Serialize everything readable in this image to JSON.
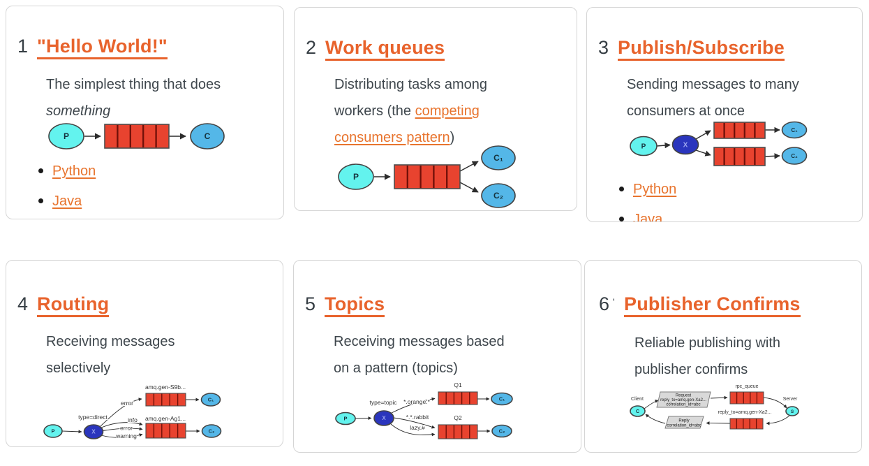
{
  "colors": {
    "accent": "#e8632c",
    "text": "#3e464c",
    "card_border": "#d5d5d5",
    "queue_red": "#e8432f",
    "producer_cyan": "#63f3ee",
    "consumer_blue": "#54b7e8",
    "exchange_blue": "#2a35bd"
  },
  "cards": [
    {
      "number": "1",
      "title": "\"Hello World!\"",
      "desc_line1": "The simplest thing that does",
      "desc_line2": "something",
      "links": [
        "Python",
        "Java"
      ],
      "diagram": {
        "producer": "P",
        "consumer": "C"
      }
    },
    {
      "number": "2",
      "title": "Work queues",
      "desc_line1": "Distributing tasks among",
      "desc_line2_pre": "workers (the ",
      "desc_line2_link": "competing",
      "desc_line3_link": "consumers pattern",
      "desc_line3_post": ")",
      "diagram": {
        "producer": "P",
        "consumer1": "C₁",
        "consumer2": "C₂"
      }
    },
    {
      "number": "3",
      "title": "Publish/Subscribe",
      "desc_line1": "Sending messages to many",
      "desc_line2": "consumers at once",
      "links": [
        "Python",
        "Java"
      ],
      "diagram": {
        "producer": "P",
        "exchange": "X",
        "consumer1": "C₁",
        "consumer2": "C₂"
      }
    },
    {
      "number": "4",
      "title": "Routing",
      "desc_line1": "Receiving messages",
      "desc_line2": "selectively",
      "diagram": {
        "producer": "P",
        "exchange": "X",
        "exchange_type": "type=direct",
        "queue1_label": "amq.gen-S9b...",
        "queue2_label": "amq.gen-Ag1...",
        "edge1": "error",
        "edge2": "info",
        "edge3": "error",
        "edge4": "warning",
        "consumer1": "C₁",
        "consumer2": "C₂"
      }
    },
    {
      "number": "5",
      "title": "Topics",
      "desc_line1": "Receiving messages based",
      "desc_line2": "on a pattern (topics)",
      "diagram": {
        "producer": "P",
        "exchange": "X",
        "exchange_type": "type=topic",
        "queue1_label": "Q1",
        "queue2_label": "Q2",
        "edge1": "*.orange.*",
        "edge2": "*.*.rabbit",
        "edge3": "lazy.#",
        "consumer1": "C₁",
        "consumer2": "C₂"
      }
    },
    {
      "number": "6",
      "number_suffix": "'",
      "title": "Publisher Confirms",
      "desc_line1": "Reliable publishing with",
      "desc_line2": "publisher confirms",
      "diagram": {
        "client_caption": "Client",
        "server_caption": "Server",
        "client": "C",
        "server": "S",
        "queue_label": "rpc_queue",
        "request_line1": "Request",
        "request_line2": "reply_to=amq.gen-Xa2...",
        "request_line3": "correlation_id=abc",
        "reply_mid_label": "reply_to=amq.gen-Xa2...",
        "reply_line1": "Reply",
        "reply_line2": "correlation_id=abc"
      }
    }
  ]
}
